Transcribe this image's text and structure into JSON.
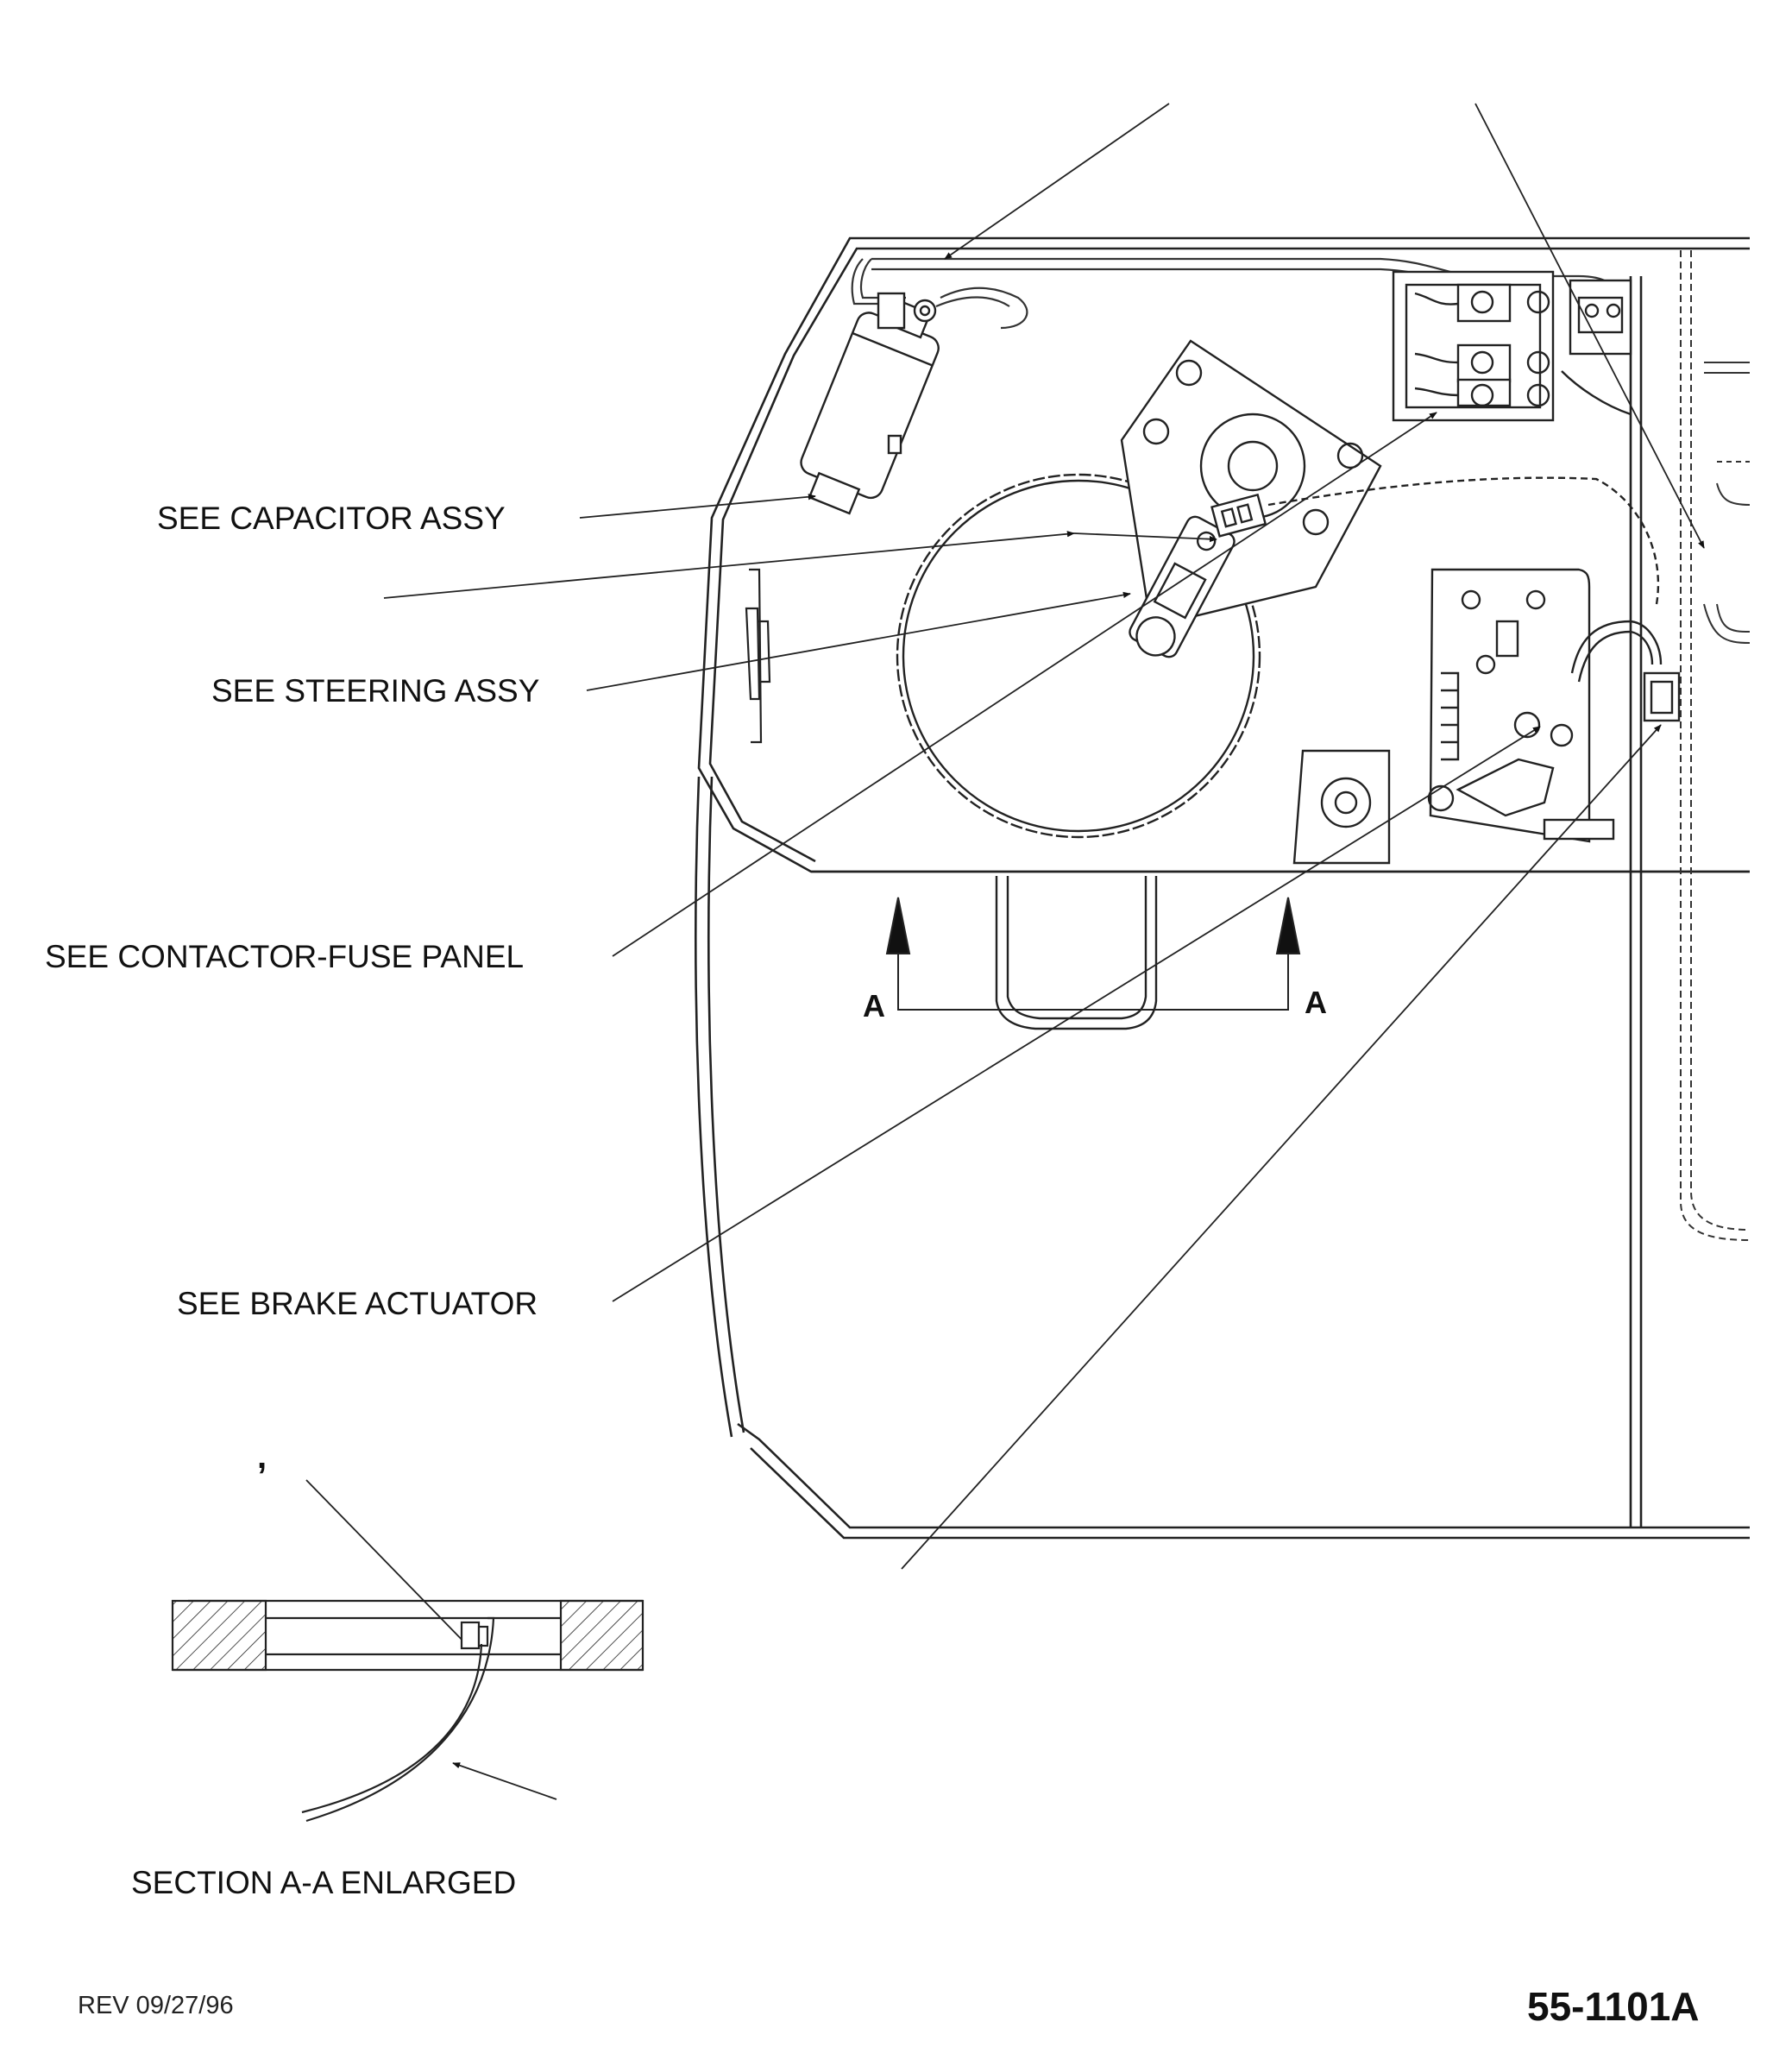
{
  "callouts": {
    "capacitor": "SEE CAPACITOR ASSY",
    "steering": "SEE STEERING ASSY",
    "contactor": "SEE CONTACTOR-FUSE PANEL",
    "brake": "SEE BRAKE ACTUATOR"
  },
  "section": {
    "letter_left": "A",
    "letter_right": "A",
    "title": "SECTION A-A ENLARGED",
    "stray_mark": ","
  },
  "title_block": {
    "revision": "REV 09/27/96",
    "drawing_number": "55-1101A"
  }
}
